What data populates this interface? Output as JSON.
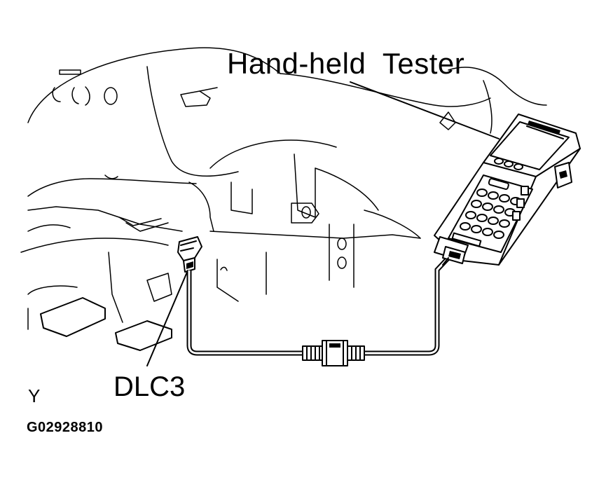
{
  "labels": {
    "tester": "Hand-held  Tester",
    "dlc3": "DLC3",
    "y": "Y",
    "code": "G02928810"
  },
  "colors": {
    "background": "#ffffff",
    "ink": "#000000"
  }
}
